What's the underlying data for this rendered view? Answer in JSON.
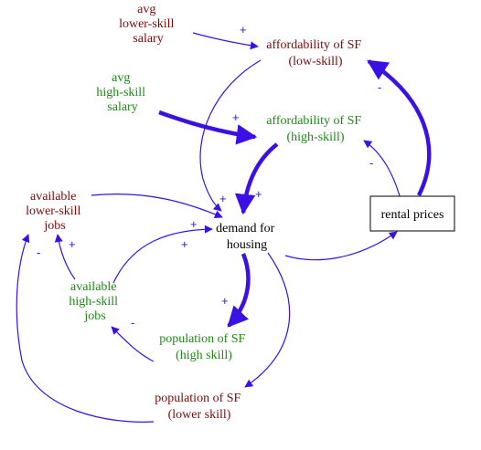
{
  "colors": {
    "arrow": "#3a10e5",
    "dark_red": "#7a0a0a",
    "green": "#1c8a12",
    "black": "#000000",
    "sign": "#3a10e5"
  },
  "nodes": {
    "avg_lower_salary": [
      "avg",
      "lower-skill",
      "salary"
    ],
    "afford_low": [
      "affordability of SF",
      "(low-skill)"
    ],
    "avg_high_salary": [
      "avg",
      "high-skill",
      "salary"
    ],
    "afford_high": [
      "affordability of SF",
      "(high-skill)"
    ],
    "avail_lower_jobs": [
      "available",
      "lower-skill",
      "jobs"
    ],
    "demand": [
      "demand for",
      "housing"
    ],
    "rental": [
      "rental prices"
    ],
    "avail_high_jobs": [
      "available",
      "high-skill",
      "jobs"
    ],
    "pop_high": [
      "population of SF",
      "(high skill)"
    ],
    "pop_lower": [
      "population of SF",
      "(lower skill)"
    ]
  },
  "signs": {
    "salary_low_to_afford": "+",
    "salary_high_to_afford": "+",
    "rental_to_afford_low": "-",
    "rental_to_afford_high": "-",
    "afford_high_to_demand": "+",
    "afford_low_to_demand": "+",
    "lower_jobs_to_demand": "+",
    "high_jobs_to_demand": "+",
    "high_jobs_to_lower_jobs": "+",
    "pop_lower_to_lower_jobs": "-",
    "demand_to_rental": "+",
    "demand_to_pop_high": "+",
    "pop_high_to_high_jobs": "-"
  }
}
